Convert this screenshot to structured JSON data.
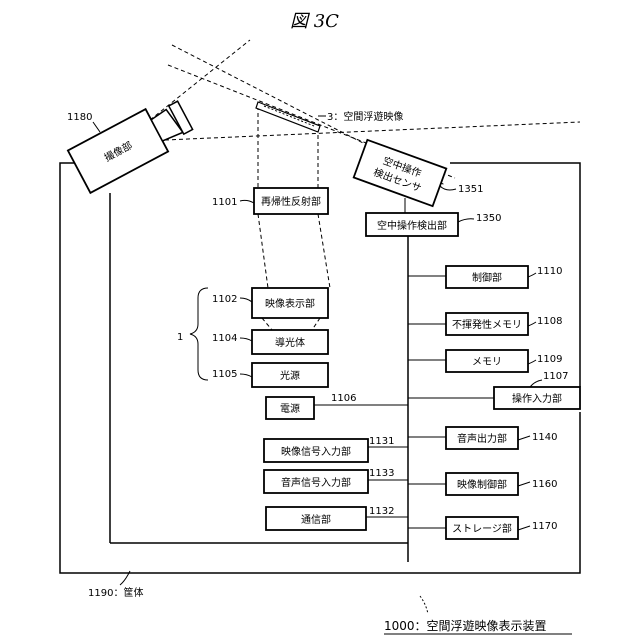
{
  "figure": {
    "title": "図 3C",
    "caption": "1000：空間浮遊映像表示装置"
  },
  "image": {
    "label": "3：空間浮遊映像"
  },
  "housing": {
    "label": "1190：筐体"
  },
  "camera": {
    "label": "撮像部",
    "ref": "1180"
  },
  "sensor": {
    "label_line1": "空中操作",
    "label_line2": "検出センサ",
    "ref": "1351"
  },
  "left_blocks": {
    "retro": {
      "label": "再帰性反射部",
      "ref": "1101"
    },
    "display": {
      "label": "映像表示部",
      "ref": "1102"
    },
    "lightguide": {
      "label": "導光体",
      "ref": "1104"
    },
    "source": {
      "label": "光源",
      "ref": "1105"
    },
    "power": {
      "label": "電源",
      "ref": "1106"
    },
    "video_in": {
      "label": "映像信号入力部",
      "ref": "1131"
    },
    "audio_in": {
      "label": "音声信号入力部",
      "ref": "1133"
    },
    "comm": {
      "label": "通信部",
      "ref": "1132"
    },
    "group_ref": "1"
  },
  "right_blocks": {
    "detector": {
      "label": "空中操作検出部",
      "ref": "1350"
    },
    "control": {
      "label": "制御部",
      "ref": "1110"
    },
    "nvmem": {
      "label": "不揮発性メモリ",
      "ref": "1108"
    },
    "memory": {
      "label": "メモリ",
      "ref": "1109"
    },
    "op_input": {
      "label": "操作入力部",
      "ref": "1107"
    },
    "audio_out": {
      "label": "音声出力部",
      "ref": "1140"
    },
    "video_ctrl": {
      "label": "映像制御部",
      "ref": "1160"
    },
    "storage": {
      "label": "ストレージ部",
      "ref": "1170"
    }
  }
}
